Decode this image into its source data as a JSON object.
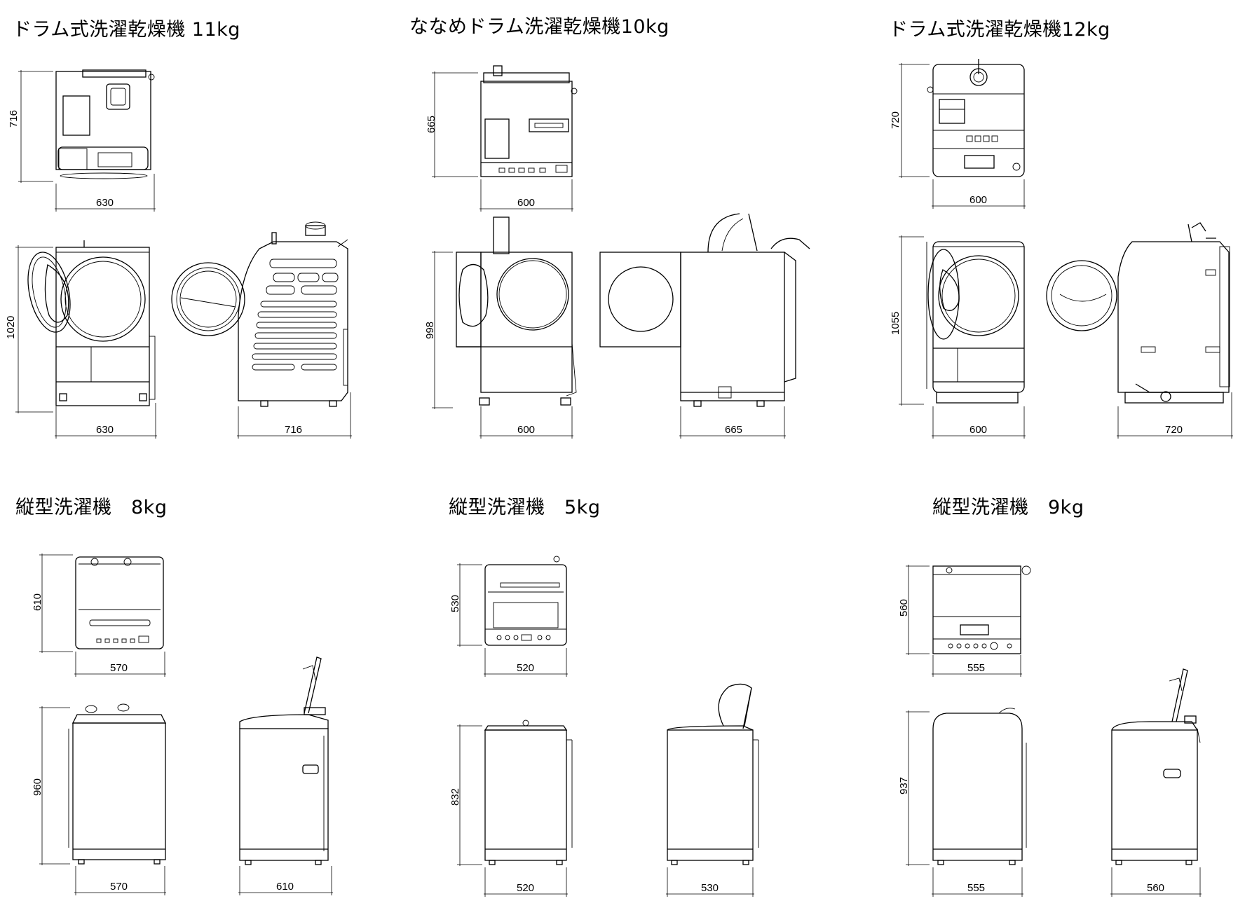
{
  "panels": {
    "drum11": {
      "title": "ドラム式洗濯乾燥機 11kg",
      "front_w": "630",
      "front_h": "716",
      "open_w": "630",
      "open_h": "1020",
      "side_d": "716"
    },
    "naname10": {
      "title": "ななめドラム洗濯乾燥機10kg",
      "front_w": "600",
      "front_h": "665",
      "open_w": "600",
      "open_h": "998",
      "side_d": "665"
    },
    "drum12": {
      "title": "ドラム式洗濯乾燥機12kg",
      "front_w": "600",
      "front_h": "720",
      "open_w": "600",
      "open_h": "1055",
      "side_d": "720"
    },
    "tate8": {
      "title": "縦型洗濯機　8kg",
      "top_w": "570",
      "top_h": "610",
      "front_w": "570",
      "front_h": "960",
      "side_d": "610"
    },
    "tate5": {
      "title": "縦型洗濯機　5kg",
      "top_w": "520",
      "top_h": "530",
      "front_w": "520",
      "front_h": "832",
      "side_d": "530"
    },
    "tate9": {
      "title": "縦型洗濯機　9kg",
      "top_w": "555",
      "top_h": "560",
      "front_w": "555",
      "front_h": "937",
      "side_d": "560"
    }
  }
}
